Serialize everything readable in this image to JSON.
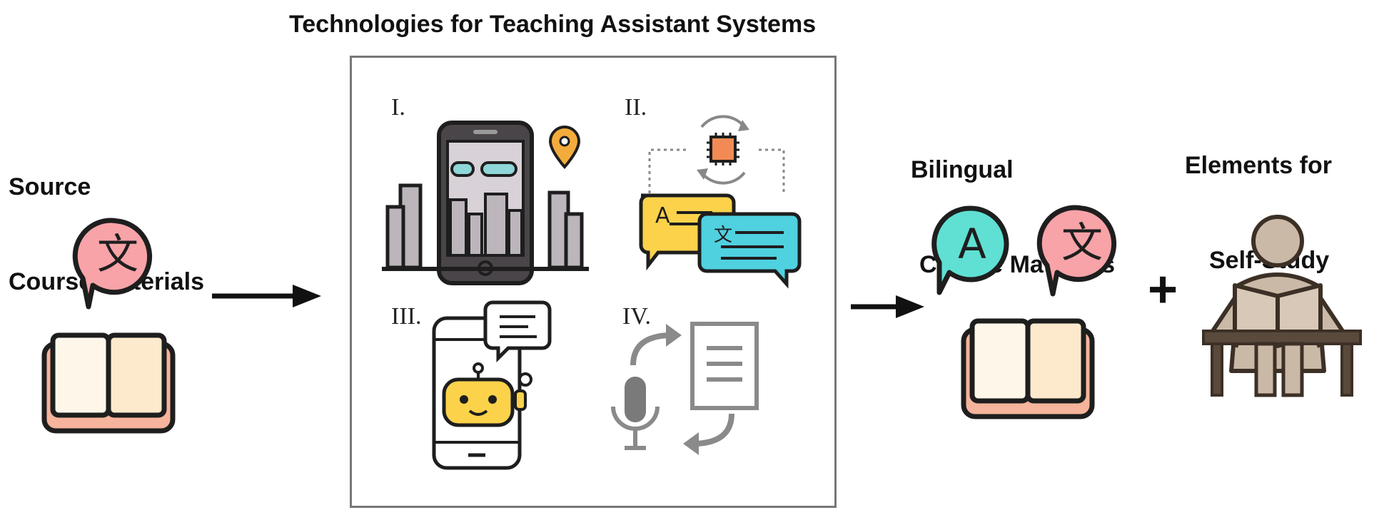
{
  "header": {
    "title": "Technologies for Teaching Assistant Systems"
  },
  "source": {
    "label_line1": "Source",
    "label_line2": "Course Materials",
    "glyph": "文",
    "icon": "translate-book-icon"
  },
  "technologies": {
    "items": [
      {
        "numeral": "I.",
        "icon": "smartphone-city-location-icon"
      },
      {
        "numeral": "II.",
        "icon": "ai-chip-translation-icon"
      },
      {
        "numeral": "III.",
        "icon": "chatbot-phone-icon"
      },
      {
        "numeral": "IV.",
        "icon": "speech-to-text-icon"
      }
    ],
    "glyph_latin": "A",
    "glyph_cjk": "文"
  },
  "bilingual": {
    "label_line1": "Bilingual",
    "label_line2": "Course Materials",
    "glyph_latin": "A",
    "glyph_cjk": "文",
    "icon": "bilingual-book-icon"
  },
  "plus": {
    "symbol": "+"
  },
  "selfstudy": {
    "label_line1": "Elements for",
    "label_line2": "Self-Study",
    "icon": "person-reading-desk-icon"
  },
  "colors": {
    "pink_bubble": "#f7a3a8",
    "teal_bubble": "#5fe0d3",
    "book_page": "#fff1dc",
    "book_cover": "#f5b49b",
    "outline": "#1e1e1e",
    "grey": "#8a8a8a"
  }
}
